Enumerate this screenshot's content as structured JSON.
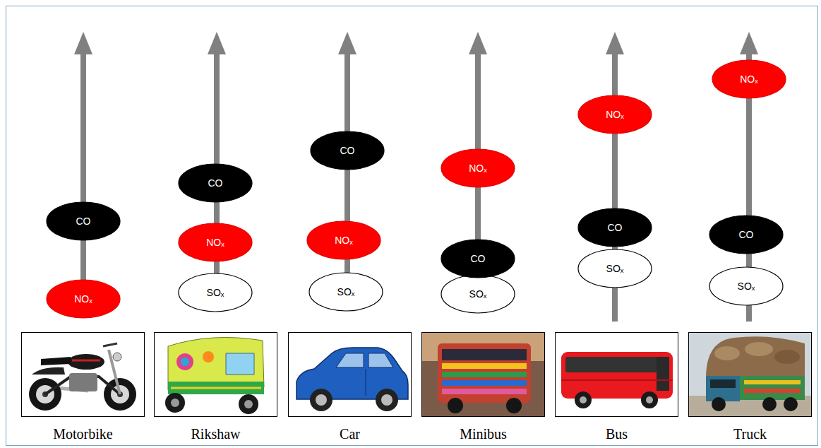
{
  "diagram": {
    "nodes": [
      {
        "text": [
          "CO"
        ]
      },
      {
        "text": [
          "NOₓ"
        ]
      },
      {
        "text": [
          "Motorbike"
        ]
      },
      {
        "text": [
          "CO"
        ]
      },
      {
        "text": [
          "NOₓ"
        ]
      },
      {
        "text": [
          "SOₓ"
        ]
      },
      {
        "text": [
          "Rikshaw"
        ]
      },
      {
        "text": [
          "CO"
        ]
      },
      {
        "text": [
          "NOₓ"
        ]
      },
      {
        "text": [
          "SOₓ"
        ]
      },
      {
        "text": [
          "Car"
        ]
      },
      {
        "text": [
          "NOₓ"
        ]
      },
      {
        "text": [
          "CO"
        ]
      },
      {
        "text": [
          "SOₓ"
        ]
      },
      {
        "text": [
          "Minibus"
        ]
      },
      {
        "text": [
          "NOₓ"
        ]
      },
      {
        "text": [
          "CO"
        ]
      },
      {
        "text": [
          "SOₓ"
        ]
      },
      {
        "text": [
          "Bus"
        ]
      },
      {
        "text": [
          "NOₓ"
        ]
      },
      {
        "text": [
          "CO"
        ]
      },
      {
        "text": [
          "SOₓ"
        ]
      },
      {
        "text": [
          "Truck"
        ]
      }
    ]
  }
}
